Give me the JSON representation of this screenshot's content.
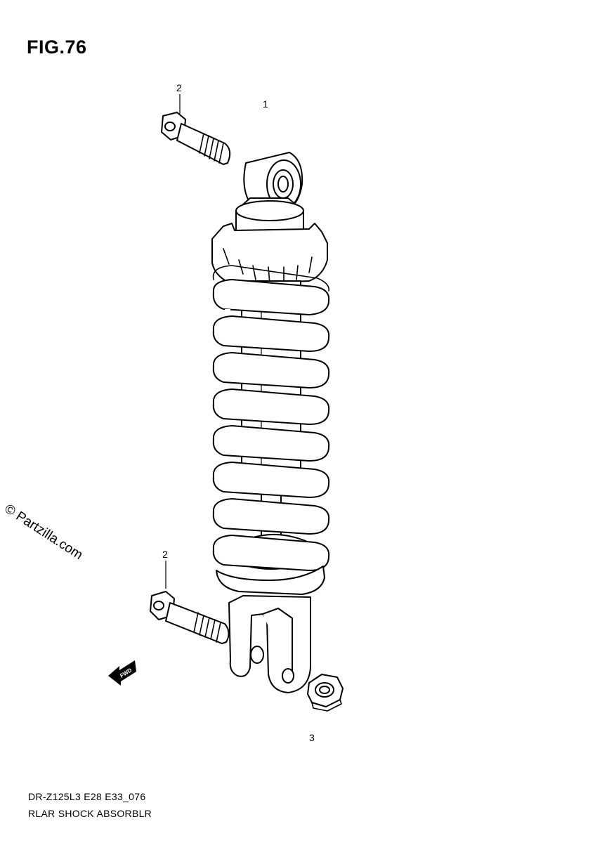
{
  "figure": {
    "title": "FIG.76",
    "code": "DR-Z125L3 E28 E33_076",
    "subtitle": "RLAR SHOCK ABSORBLR",
    "watermark": "© Partzilla.com"
  },
  "callouts": [
    {
      "number": "1",
      "part": "shock absorber assembly"
    },
    {
      "number": "2",
      "part": "upper bolt"
    },
    {
      "number": "2",
      "part": "lower bolt"
    },
    {
      "number": "3",
      "part": "nut"
    }
  ],
  "icons": {
    "front_arrow": "front-direction-arrow-icon"
  }
}
